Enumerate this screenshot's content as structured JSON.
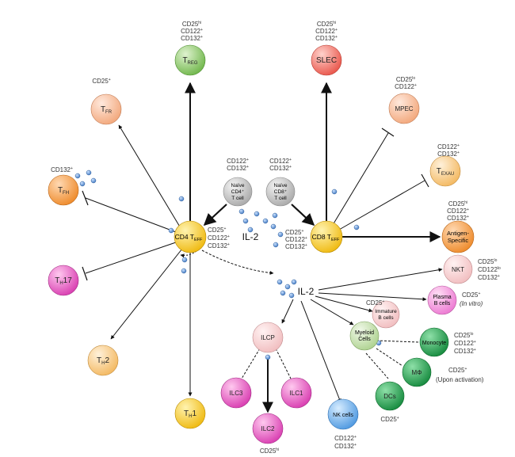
{
  "nodes": {
    "treg": {
      "label": "T",
      "sub": "REG",
      "markers": [
        "CD25",
        "CD122",
        "CD132"
      ],
      "marker_sup": [
        "hi",
        "+",
        "+"
      ]
    },
    "slec": {
      "label": "SLEC",
      "markers": [
        "CD25",
        "CD122",
        "CD132"
      ],
      "marker_sup": [
        "hi",
        "+",
        "+"
      ]
    },
    "tfr": {
      "label": "T",
      "sub": "FR",
      "markers": [
        "CD25"
      ],
      "marker_sup": [
        "+"
      ]
    },
    "mpec": {
      "label": "MPEC",
      "markers": [
        "CD25",
        "CD122"
      ],
      "marker_sup": [
        "lo",
        "+"
      ]
    },
    "tfh": {
      "label": "T",
      "sub": "FH",
      "markers": [
        "CD132"
      ],
      "marker_sup": [
        "+"
      ]
    },
    "texau": {
      "label": "T",
      "sub": "EXAU",
      "markers": [
        "CD122",
        "CD132"
      ],
      "marker_sup": [
        "+",
        "+"
      ]
    },
    "naive_cd4": {
      "lines": [
        "Naïve",
        "CD4⁺",
        "T cell"
      ],
      "markers": [
        "CD122",
        "CD132"
      ],
      "marker_sup": [
        "+",
        "+"
      ]
    },
    "naive_cd8": {
      "lines": [
        "Naïve",
        "CD8⁺",
        "T cell"
      ],
      "markers": [
        "CD122",
        "CD132"
      ],
      "marker_sup": [
        "+",
        "+"
      ]
    },
    "antigen": {
      "lines": [
        "Antigen-",
        "Specific"
      ],
      "markers": [
        "CD25",
        "CD122",
        "CD132"
      ],
      "marker_sup": [
        "hi",
        "+",
        "+"
      ]
    },
    "cd4eff": {
      "label": "CD4 T",
      "sub": "EFF",
      "markers": [
        "CD25",
        "CD122",
        "CD132"
      ],
      "marker_sup": [
        "+",
        "+",
        "+"
      ]
    },
    "cd8eff": {
      "label": "CD8 T",
      "sub": "EFF",
      "markers": [
        "CD25",
        "CD122",
        "CD132"
      ],
      "marker_sup": [
        "+",
        "+",
        "+"
      ]
    },
    "th17": {
      "label": "T",
      "sub": "H",
      "after": "17"
    },
    "nkt": {
      "label": "NKT",
      "markers": [
        "CD25",
        "CD122",
        "CD132"
      ],
      "marker_sup": [
        "lo",
        "lo",
        "+"
      ]
    },
    "plasma": {
      "lines": [
        "Plasma",
        "B cells"
      ],
      "markers": [
        "CD25",
        "(In vitro)"
      ],
      "marker_sup": [
        "+",
        ""
      ]
    },
    "immb": {
      "lines": [
        "Immature",
        "B cells"
      ],
      "markers": [
        "CD25"
      ],
      "marker_sup": [
        "+"
      ]
    },
    "ilcp": {
      "label": "ILCP"
    },
    "myeloid": {
      "lines": [
        "Myeloid",
        "Cells"
      ]
    },
    "monocyte": {
      "label": "Monocyte",
      "markers": [
        "CD25",
        "CD122",
        "CD132"
      ],
      "marker_sup": [
        "lo",
        "+",
        "+"
      ]
    },
    "th2": {
      "label": "T",
      "sub": "H",
      "after": "2"
    },
    "mphi": {
      "label": "MΦ",
      "markers": [
        "CD25",
        "(Upon activation)"
      ],
      "marker_sup": [
        "+",
        ""
      ]
    },
    "ilc3": {
      "label": "ILC3"
    },
    "ilc1": {
      "label": "ILC1"
    },
    "dcs": {
      "label": "DCs",
      "markers": [
        "CD25"
      ],
      "marker_sup": [
        "+"
      ]
    },
    "th1": {
      "label": "T",
      "sub": "H",
      "after": "1"
    },
    "nk": {
      "label": "NK cells",
      "markers": [
        "CD122",
        "CD132"
      ],
      "marker_sup": [
        "+",
        "+"
      ]
    },
    "ilc2": {
      "label": "ILC2",
      "markers": [
        "CD25"
      ],
      "marker_sup": [
        "hi"
      ]
    }
  },
  "il2_labels": [
    "IL-2",
    "IL-2"
  ],
  "colors": {
    "green": "#7fc45a",
    "red": "#f06a5e",
    "peach": "#f6b38c",
    "orange": "#f39a3e",
    "grey": "#c8c8c8",
    "yellow": "#f6c82a",
    "magenta": "#e64cc0",
    "pink": "#f08ad8",
    "lightpink": "#f7cfd0",
    "palegreen": "#c3dfa8",
    "darkgreen": "#1e9a4a",
    "blue": "#5fa6e8",
    "dot": "#5b8fd0",
    "lightorange": "#f8c67e"
  }
}
